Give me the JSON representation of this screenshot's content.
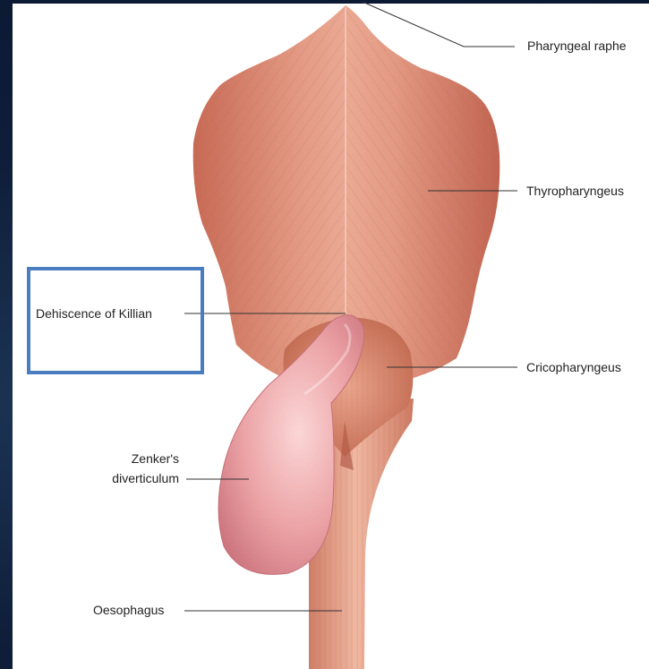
{
  "labels": {
    "pharyngeal_raphe": "Pharyngeal raphe",
    "thyropharyngeus": "Thyropharyngeus",
    "dehiscence": "Dehiscence of Killian",
    "cricopharyngeus": "Cricopharyngeus",
    "zenker_line1": "Zenker's",
    "zenker_line2": "diverticulum",
    "oesophagus": "Oesophagus"
  },
  "colors": {
    "muscle": "#d9826a",
    "muscle_light": "#e9a690",
    "muscle_dark": "#b8624e",
    "diverticulum": "#e8999c",
    "highlight_border": "#4a7cc0",
    "background": "#0c1a33"
  }
}
